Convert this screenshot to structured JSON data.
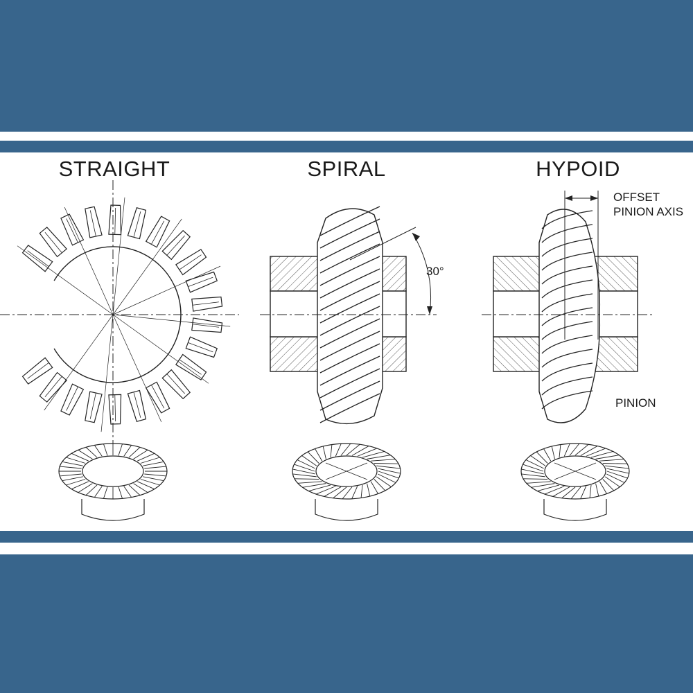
{
  "colors": {
    "band": "#38658c",
    "line": "#222222",
    "hatch": "#555555",
    "background": "#ffffff"
  },
  "titles": {
    "straight": "STRAIGHT",
    "spiral": "SPIRAL",
    "hypoid": "HYPOID"
  },
  "annotations": {
    "offset_line1": "OFFSET",
    "offset_line2": "PINION AXIS",
    "angle": "30°",
    "pinion": "PINION"
  }
}
